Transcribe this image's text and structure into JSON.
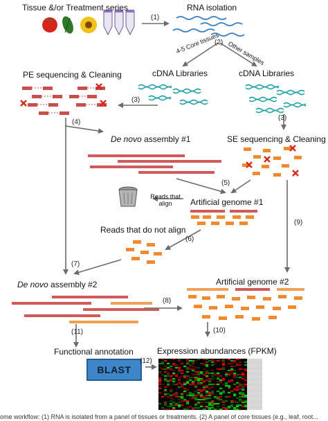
{
  "labels": {
    "tissue_series": "Tissue &/or Treatment series",
    "rna_isolation": "RNA isolation",
    "core_tissues": "4-5 Core tissues",
    "other_samples": "Other samples",
    "cdna_left": "cDNA Libraries",
    "cdna_right": "cDNA Libraries",
    "pe_seq": "PE sequencing & Cleaning",
    "de_novo_1_it": "De novo",
    "de_novo_1_rest": " assembly #1",
    "se_seq": "SE sequencing & Cleaning",
    "reads_align": "Reads that align",
    "artificial_1": "Artificial genome #1",
    "reads_not_align": "Reads that do not align",
    "de_novo_2_it": "De novo",
    "de_novo_2_rest": " assembly #2",
    "artificial_2": "Artificial genome #2",
    "functional": "Functional annotation",
    "expression": "Expression abundances (FPKM)",
    "blast": "BLAST"
  },
  "steps": [
    "(1)",
    "(2)",
    "(3)",
    "(3)",
    "(4)",
    "(5)",
    "(6)",
    "(7)",
    "(8)",
    "(9)",
    "(10)",
    "(11)",
    "(12)"
  ],
  "caption": "ome workflow: (1) RNA is isolated from a panel of tissues or treatments. (2) A panel of core tissues (e.g., leaf, root..."
}
